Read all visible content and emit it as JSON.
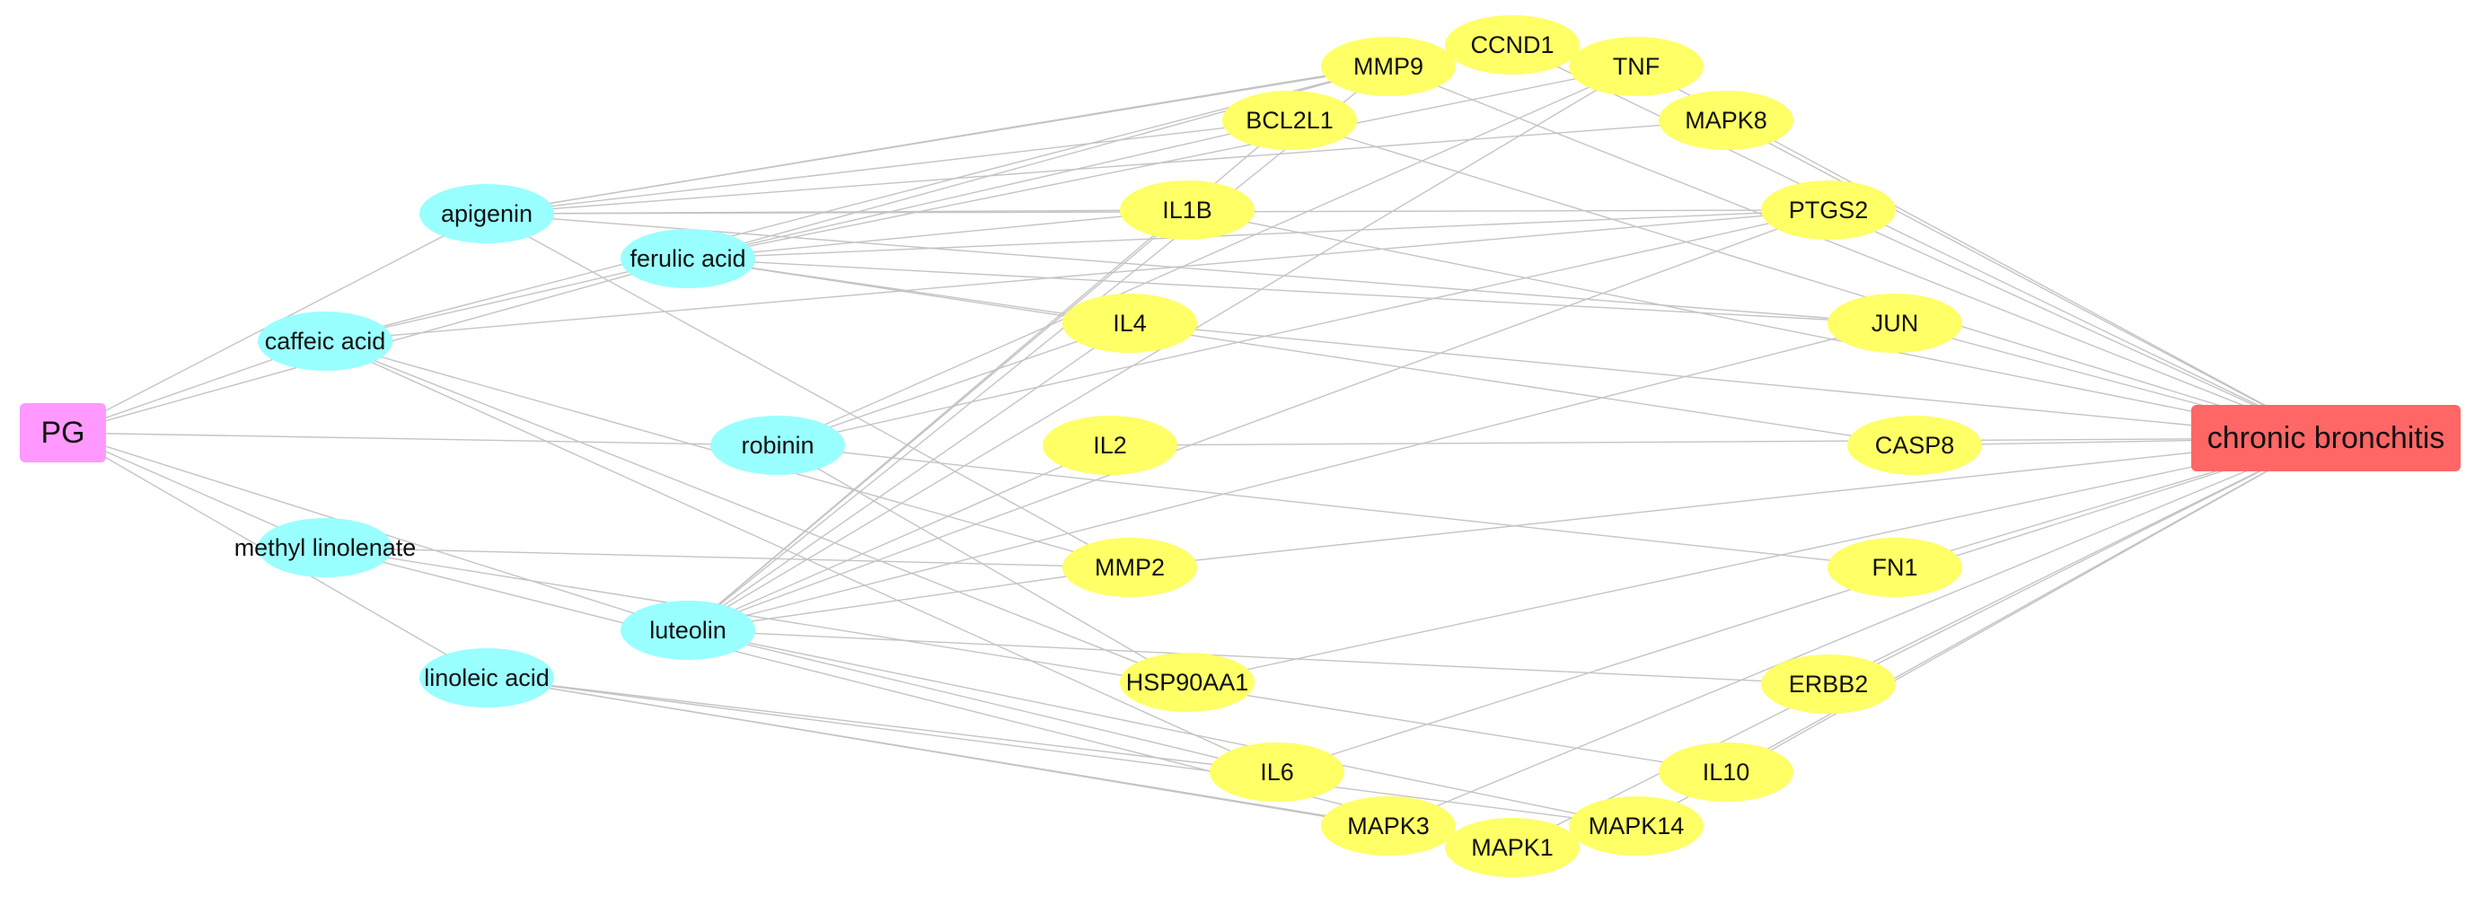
{
  "colors": {
    "source": "#ff99ff",
    "compound": "#99ffff",
    "target": "#ffff66",
    "disease": "#ff6666",
    "edge": "#c4c4c4"
  },
  "nodes": [
    {
      "id": "PG",
      "label": "PG",
      "group": "source"
    },
    {
      "id": "chronic_bronchitis",
      "label": "chronic bronchitis",
      "group": "disease"
    },
    {
      "id": "apigenin",
      "label": "apigenin",
      "group": "compound"
    },
    {
      "id": "ferulic_acid",
      "label": "ferulic acid",
      "group": "compound"
    },
    {
      "id": "caffeic_acid",
      "label": "caffeic acid",
      "group": "compound"
    },
    {
      "id": "robinin",
      "label": "robinin",
      "group": "compound"
    },
    {
      "id": "methyl_linolenate",
      "label": "methyl linolenate",
      "group": "compound"
    },
    {
      "id": "luteolin",
      "label": "luteolin",
      "group": "compound"
    },
    {
      "id": "linoleic_acid",
      "label": "linoleic acid",
      "group": "compound"
    },
    {
      "id": "MMP9",
      "label": "MMP9",
      "group": "target"
    },
    {
      "id": "CCND1",
      "label": "CCND1",
      "group": "target"
    },
    {
      "id": "TNF",
      "label": "TNF",
      "group": "target"
    },
    {
      "id": "BCL2L1",
      "label": "BCL2L1",
      "group": "target"
    },
    {
      "id": "MAPK8",
      "label": "MAPK8",
      "group": "target"
    },
    {
      "id": "IL1B",
      "label": "IL1B",
      "group": "target"
    },
    {
      "id": "PTGS2",
      "label": "PTGS2",
      "group": "target"
    },
    {
      "id": "IL4",
      "label": "IL4",
      "group": "target"
    },
    {
      "id": "JUN",
      "label": "JUN",
      "group": "target"
    },
    {
      "id": "IL2",
      "label": "IL2",
      "group": "target"
    },
    {
      "id": "CASP8",
      "label": "CASP8",
      "group": "target"
    },
    {
      "id": "MMP2",
      "label": "MMP2",
      "group": "target"
    },
    {
      "id": "FN1",
      "label": "FN1",
      "group": "target"
    },
    {
      "id": "HSP90AA1",
      "label": "HSP90AA1",
      "group": "target"
    },
    {
      "id": "ERBB2",
      "label": "ERBB2",
      "group": "target"
    },
    {
      "id": "IL6",
      "label": "IL6",
      "group": "target"
    },
    {
      "id": "IL10",
      "label": "IL10",
      "group": "target"
    },
    {
      "id": "MAPK3",
      "label": "MAPK3",
      "group": "target"
    },
    {
      "id": "MAPK1",
      "label": "MAPK1",
      "group": "target"
    },
    {
      "id": "MAPK14",
      "label": "MAPK14",
      "group": "target"
    }
  ],
  "edges": [
    [
      "PG",
      "apigenin"
    ],
    [
      "PG",
      "ferulic_acid"
    ],
    [
      "PG",
      "caffeic_acid"
    ],
    [
      "PG",
      "robinin"
    ],
    [
      "PG",
      "methyl_linolenate"
    ],
    [
      "PG",
      "luteolin"
    ],
    [
      "PG",
      "linoleic_acid"
    ],
    [
      "apigenin",
      "MMP9"
    ],
    [
      "apigenin",
      "CCND1"
    ],
    [
      "apigenin",
      "BCL2L1"
    ],
    [
      "apigenin",
      "IL1B"
    ],
    [
      "apigenin",
      "PTGS2"
    ],
    [
      "apigenin",
      "JUN"
    ],
    [
      "apigenin",
      "MMP2"
    ],
    [
      "apigenin",
      "MAPK8"
    ],
    [
      "ferulic_acid",
      "MMP9"
    ],
    [
      "ferulic_acid",
      "TNF"
    ],
    [
      "ferulic_acid",
      "IL1B"
    ],
    [
      "ferulic_acid",
      "PTGS2"
    ],
    [
      "ferulic_acid",
      "JUN"
    ],
    [
      "ferulic_acid",
      "IL4"
    ],
    [
      "ferulic_acid",
      "CASP8"
    ],
    [
      "caffeic_acid",
      "MMP9"
    ],
    [
      "caffeic_acid",
      "BCL2L1"
    ],
    [
      "caffeic_acid",
      "PTGS2"
    ],
    [
      "caffeic_acid",
      "HSP90AA1"
    ],
    [
      "caffeic_acid",
      "MMP2"
    ],
    [
      "caffeic_acid",
      "IL6"
    ],
    [
      "robinin",
      "TNF"
    ],
    [
      "robinin",
      "PTGS2"
    ],
    [
      "robinin",
      "IL4"
    ],
    [
      "robinin",
      "FN1"
    ],
    [
      "robinin",
      "HSP90AA1"
    ],
    [
      "methyl_linolenate",
      "MMP2"
    ],
    [
      "methyl_linolenate",
      "IL10"
    ],
    [
      "methyl_linolenate",
      "MAPK1"
    ],
    [
      "luteolin",
      "TNF"
    ],
    [
      "luteolin",
      "BCL2L1"
    ],
    [
      "luteolin",
      "IL1B"
    ],
    [
      "luteolin",
      "IL4"
    ],
    [
      "luteolin",
      "PTGS2"
    ],
    [
      "luteolin",
      "JUN"
    ],
    [
      "luteolin",
      "IL2"
    ],
    [
      "luteolin",
      "MMP2"
    ],
    [
      "luteolin",
      "ERBB2"
    ],
    [
      "luteolin",
      "IL6"
    ],
    [
      "luteolin",
      "MAPK14"
    ],
    [
      "luteolin",
      "MMP9"
    ],
    [
      "linoleic_acid",
      "IL6"
    ],
    [
      "linoleic_acid",
      "MAPK3"
    ],
    [
      "linoleic_acid",
      "MAPK1"
    ],
    [
      "linoleic_acid",
      "MAPK14"
    ],
    [
      "MMP9",
      "chronic_bronchitis"
    ],
    [
      "CCND1",
      "chronic_bronchitis"
    ],
    [
      "TNF",
      "chronic_bronchitis"
    ],
    [
      "BCL2L1",
      "chronic_bronchitis"
    ],
    [
      "MAPK8",
      "chronic_bronchitis"
    ],
    [
      "IL1B",
      "chronic_bronchitis"
    ],
    [
      "PTGS2",
      "chronic_bronchitis"
    ],
    [
      "IL4",
      "chronic_bronchitis"
    ],
    [
      "JUN",
      "chronic_bronchitis"
    ],
    [
      "IL2",
      "chronic_bronchitis"
    ],
    [
      "CASP8",
      "chronic_bronchitis"
    ],
    [
      "MMP2",
      "chronic_bronchitis"
    ],
    [
      "FN1",
      "chronic_bronchitis"
    ],
    [
      "HSP90AA1",
      "chronic_bronchitis"
    ],
    [
      "ERBB2",
      "chronic_bronchitis"
    ],
    [
      "IL6",
      "chronic_bronchitis"
    ],
    [
      "IL10",
      "chronic_bronchitis"
    ],
    [
      "MAPK3",
      "chronic_bronchitis"
    ],
    [
      "MAPK1",
      "chronic_bronchitis"
    ],
    [
      "MAPK14",
      "chronic_bronchitis"
    ]
  ]
}
